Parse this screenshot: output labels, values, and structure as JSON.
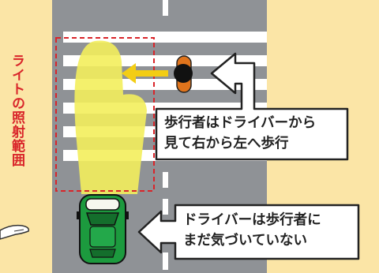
{
  "labels": {
    "light_range": "ライトの照射範囲",
    "pedestrian_note_line1": "歩行者はドライバーから",
    "pedestrian_note_line2": "見て右から左へ歩行",
    "driver_note_line1": "ドライバーは歩行者に",
    "driver_note_line2": "まだ気づいていない"
  },
  "colors": {
    "sidewalk": "#fbe5a6",
    "road": "#8f9296",
    "crosswalk": "#ffffff",
    "headlight": "#f3ee5c",
    "range_box": "#d9252a",
    "car_body": "#1c9a3e",
    "pedestrian_body": "#e0741c",
    "direction_arrow": "#f3cd14",
    "callout_fill": "#ffffff",
    "callout_stroke": "#222222"
  },
  "icons": [
    "car-icon",
    "pedestrian-icon",
    "direction-arrow-icon",
    "callout-arrow-icon",
    "hand-icon"
  ]
}
